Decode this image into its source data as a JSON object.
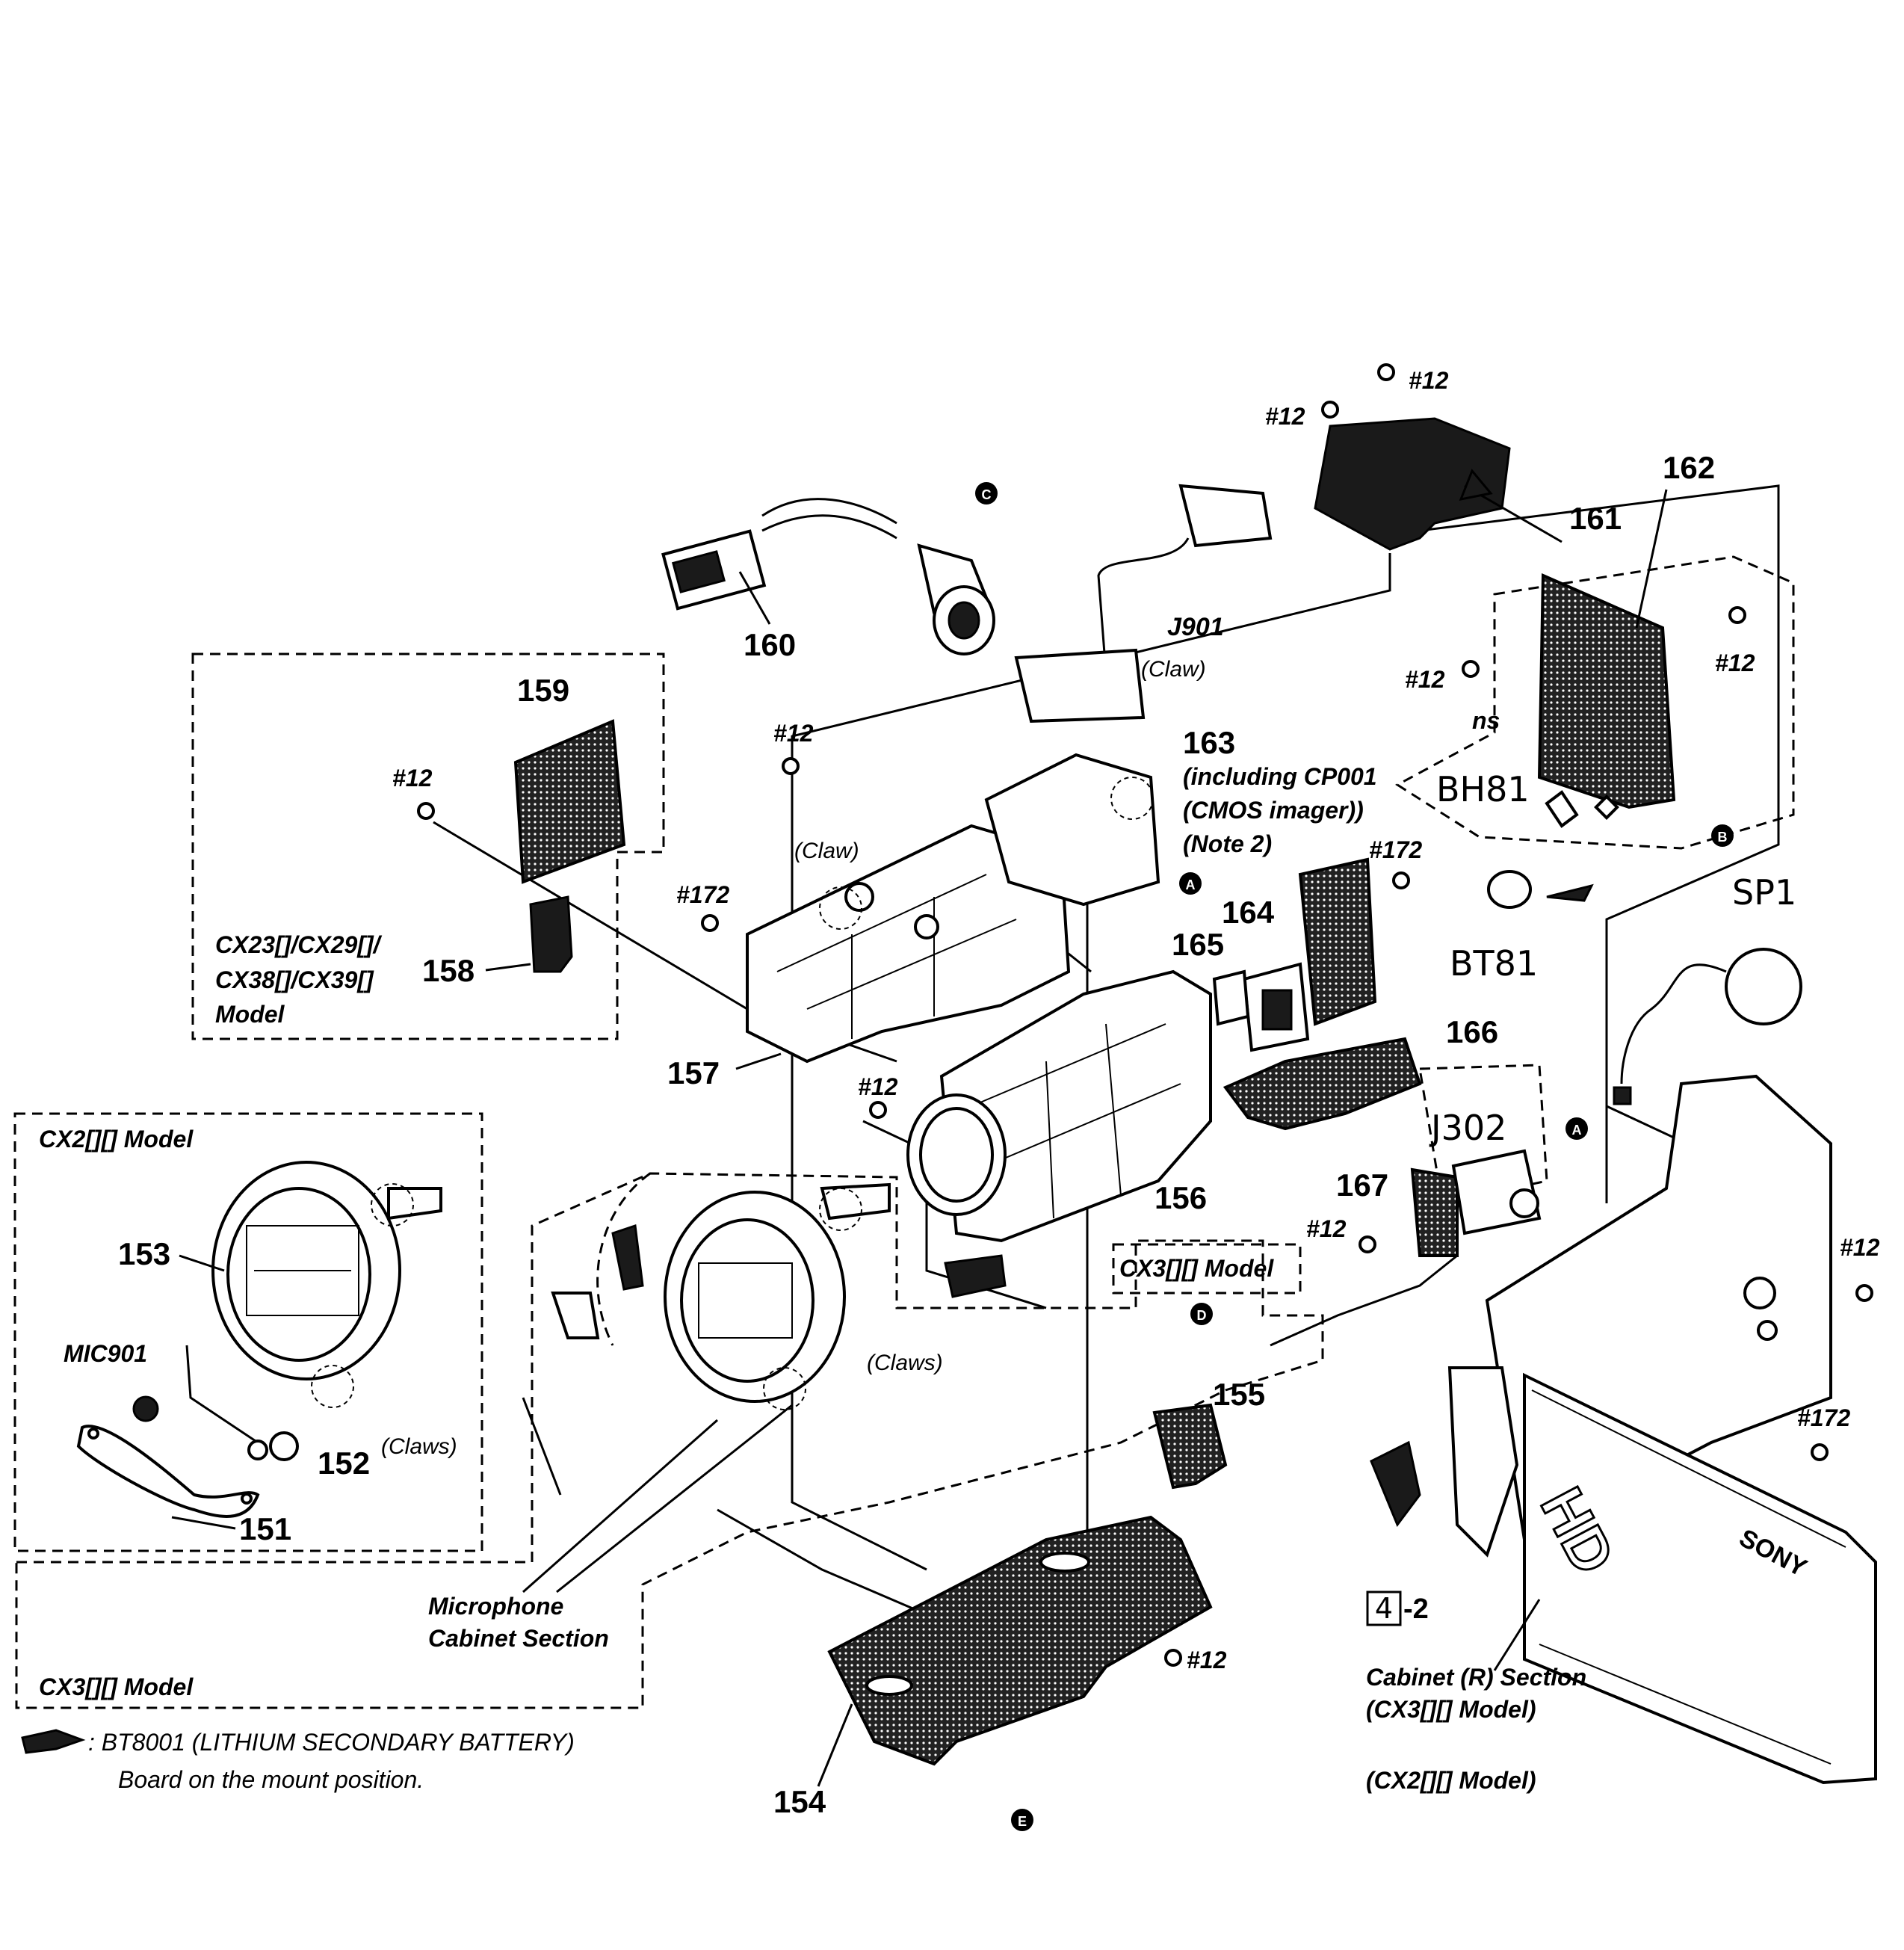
{
  "parts": {
    "p151": "151",
    "p152": "152",
    "p153": "153",
    "p154": "154",
    "p155": "155",
    "p156": "156",
    "p157": "157",
    "p158": "158",
    "p159": "159",
    "p160": "160",
    "p161": "161",
    "p162": "162",
    "p163": "163",
    "p164": "164",
    "p165": "165",
    "p166": "166",
    "p167": "167"
  },
  "notes": {
    "p163_incl": "(including CP001",
    "p163_cmos": "(CMOS imager))",
    "p163_note": "(Note 2)"
  },
  "refs": {
    "j901": "J901",
    "j302": "J302",
    "bh81": "BH81",
    "bt81": "BT81",
    "sp1": "SP1",
    "mic901": "MIC901",
    "ns": "ns"
  },
  "screws": {
    "s12": "#12",
    "s172": "#172"
  },
  "claws": {
    "claw": "(Claw)",
    "claws": "(Claws)"
  },
  "markers": {
    "a": "A",
    "b": "B",
    "c": "C",
    "d": "D",
    "e": "E"
  },
  "models": {
    "cx23_l1": "CX23[]/CX29[]/",
    "cx23_l2": "CX38[]/CX39[]",
    "cx23_l3": "Model",
    "cx2": "CX2[][] Model",
    "cx3": "CX3[][] Model"
  },
  "sections": {
    "mic_l1": "Microphone",
    "mic_l2": "Cabinet Section",
    "cab_l1": "Cabinet (R) Section",
    "cab_l2": "(CX3[][] Model)",
    "cab_l3": "(CX2[][] Model)",
    "ref_box": "4",
    "ref_suffix": "-2"
  },
  "legend": {
    "line1": ": BT8001 (LITHIUM SECONDARY BATTERY)",
    "line2": "Board on the mount position."
  },
  "branding": {
    "hd": "HD",
    "sony": "SONY"
  }
}
